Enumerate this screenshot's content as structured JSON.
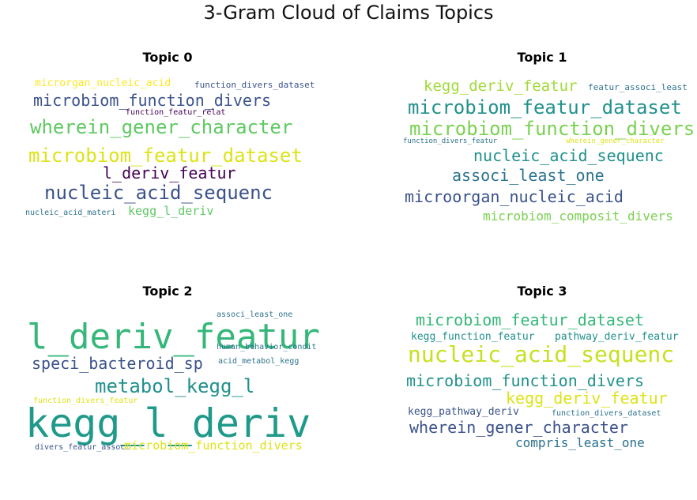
{
  "title": "3-Gram Cloud of Claims Topics",
  "chart_data": {
    "type": "wordcloud",
    "title": "3-Gram Cloud of Claims Topics",
    "topics": [
      {
        "name": "Topic 0",
        "words": [
          {
            "text": "microrgan_nucleic_acid",
            "weight": 0.35,
            "color": "#fde725"
          },
          {
            "text": "function_divers_dataset",
            "weight": 0.3,
            "color": "#3b528b"
          },
          {
            "text": "microbiom_function_divers",
            "weight": 0.6,
            "color": "#3b528b"
          },
          {
            "text": "function_featur_relat",
            "weight": 0.25,
            "color": "#440154"
          },
          {
            "text": "wherein_gener_character",
            "weight": 0.75,
            "color": "#5ec962"
          },
          {
            "text": "microbiom_featur_dataset",
            "weight": 0.8,
            "color": "#dde318"
          },
          {
            "text": "l_deriv_featur",
            "weight": 0.65,
            "color": "#440154"
          },
          {
            "text": "nucleic_acid_sequenc",
            "weight": 0.85,
            "color": "#3b528b"
          },
          {
            "text": "nucleic_acid_materi",
            "weight": 0.25,
            "color": "#2c728e"
          },
          {
            "text": "kegg_l_deriv",
            "weight": 0.4,
            "color": "#5ec962"
          }
        ]
      },
      {
        "name": "Topic 1",
        "words": [
          {
            "text": "kegg_deriv_featur",
            "weight": 0.55,
            "color": "#a0da39"
          },
          {
            "text": "featur_associ_least",
            "weight": 0.28,
            "color": "#2c728e"
          },
          {
            "text": "microbiom_featur_dataset",
            "weight": 0.8,
            "color": "#21918c"
          },
          {
            "text": "microbiom_function_divers",
            "weight": 0.78,
            "color": "#7ad151"
          },
          {
            "text": "function_divers_featur",
            "weight": 0.22,
            "color": "#2c728e"
          },
          {
            "text": "wherein_gener_character",
            "weight": 0.22,
            "color": "#dde318"
          },
          {
            "text": "nucleic_acid_sequenc",
            "weight": 0.72,
            "color": "#21918c"
          },
          {
            "text": "associ_least_one",
            "weight": 0.62,
            "color": "#2c728e"
          },
          {
            "text": "microorgan_nucleic_acid",
            "weight": 0.7,
            "color": "#3b528b"
          },
          {
            "text": "microbiom_composit_divers",
            "weight": 0.45,
            "color": "#7ad151"
          }
        ]
      },
      {
        "name": "Topic 2",
        "words": [
          {
            "text": "associ_least_one",
            "weight": 0.25,
            "color": "#2c728e"
          },
          {
            "text": "l_deriv_featur",
            "weight": 1.0,
            "color": "#35b779"
          },
          {
            "text": "human_behavior_condit",
            "weight": 0.25,
            "color": "#2c728e"
          },
          {
            "text": "speci_bacteroid_sp",
            "weight": 0.65,
            "color": "#3b528b"
          },
          {
            "text": "acid_metabol_kegg",
            "weight": 0.28,
            "color": "#2c728e"
          },
          {
            "text": "metabol_kegg_l",
            "weight": 0.8,
            "color": "#21918c"
          },
          {
            "text": "function_divers_featur",
            "weight": 0.25,
            "color": "#dde318"
          },
          {
            "text": "kegg_l_deriv",
            "weight": 1.0,
            "color": "#1f9a8a"
          },
          {
            "text": "divers_featur_associ",
            "weight": 0.22,
            "color": "#3b528b"
          },
          {
            "text": "microbiom_function_divers",
            "weight": 0.42,
            "color": "#dde318"
          }
        ]
      },
      {
        "name": "Topic 3",
        "words": [
          {
            "text": "microbiom_featur_dataset",
            "weight": 0.65,
            "color": "#35b779"
          },
          {
            "text": "kegg_function_featur",
            "weight": 0.4,
            "color": "#21918c"
          },
          {
            "text": "pathway_deriv_featur",
            "weight": 0.4,
            "color": "#21918c"
          },
          {
            "text": "nucleic_acid_sequenc",
            "weight": 0.95,
            "color": "#c8e020"
          },
          {
            "text": "microbiom_function_divers",
            "weight": 0.72,
            "color": "#21918c"
          },
          {
            "text": "kegg_deriv_featur",
            "weight": 0.68,
            "color": "#dde318"
          },
          {
            "text": "kegg_pathway_deriv",
            "weight": 0.35,
            "color": "#3b528b"
          },
          {
            "text": "function_divers_dataset",
            "weight": 0.3,
            "color": "#2c728e"
          },
          {
            "text": "wherein_gener_character",
            "weight": 0.72,
            "color": "#3b528b"
          },
          {
            "text": "compris_least_one",
            "weight": 0.45,
            "color": "#2c728e"
          }
        ]
      }
    ]
  }
}
